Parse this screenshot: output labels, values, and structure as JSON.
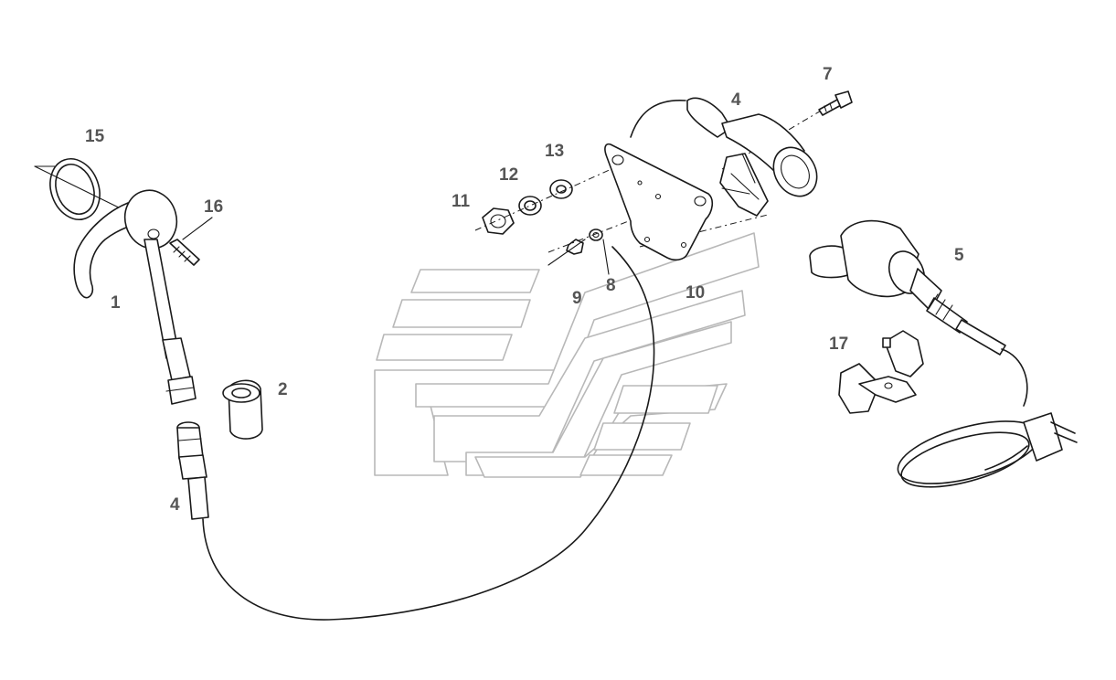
{
  "diagram": {
    "part_labels": [
      {
        "id": "15",
        "text": "15"
      },
      {
        "id": "16",
        "text": "16"
      },
      {
        "id": "1",
        "text": "1"
      },
      {
        "id": "2",
        "text": "2"
      },
      {
        "id": "4a",
        "text": "4"
      },
      {
        "id": "11",
        "text": "11"
      },
      {
        "id": "12",
        "text": "12"
      },
      {
        "id": "13",
        "text": "13"
      },
      {
        "id": "4b",
        "text": "4"
      },
      {
        "id": "7",
        "text": "7"
      },
      {
        "id": "8",
        "text": "8"
      },
      {
        "id": "9",
        "text": "9"
      },
      {
        "id": "10",
        "text": "10"
      },
      {
        "id": "5",
        "text": "5"
      },
      {
        "id": "17",
        "text": "17"
      }
    ]
  }
}
